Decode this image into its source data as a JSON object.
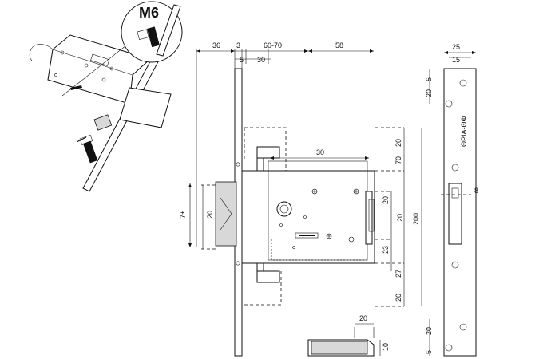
{
  "callout": {
    "label": "M6"
  },
  "dimensions": {
    "top_36": "36",
    "top_3": "3",
    "top_5": "5",
    "top_60_70": "60-70",
    "top_30": "30",
    "top_58": "58",
    "inner_30": "30",
    "left_7plus": "7+",
    "left_20": "20",
    "right_20_a": "20",
    "right_70": "70",
    "right_20_b": "20",
    "right_20_c": "20",
    "right_200": "200",
    "right_23": "23",
    "right_27": "27",
    "right_20_d": "20",
    "latch_20": "20",
    "latch_10": "10",
    "strike_25": "25",
    "strike_15": "15",
    "strike_5_top": "5",
    "strike_20_top": "20",
    "strike_8": "8",
    "strike_20_bot": "20",
    "strike_5_bot": "5",
    "strike_brand": "ΘΡΙΑ-ΘΦ"
  }
}
